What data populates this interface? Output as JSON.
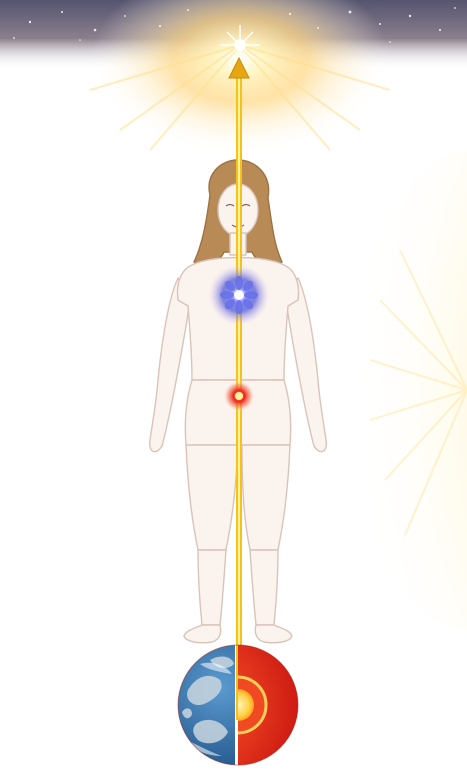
{
  "illustration": {
    "subject": "woman-standing-front-view",
    "elements": [
      "starry-sky-light-source",
      "light-beam-arrow",
      "heart-center-glow",
      "navel-center-glow",
      "earth-globe-cutaway"
    ]
  },
  "colors": {
    "beam": "#f4c21a",
    "beam_core": "#fff3a0",
    "heart_glow": "#5a63d8",
    "navel_glow": "#f0201a",
    "earth_ocean": "#2f6fa8",
    "earth_land": "#c9d6df",
    "earth_mantle": "#e3231b",
    "earth_core": "#ffd24a",
    "skin": "#fbf3ee",
    "outline": "#d9c4b8",
    "hair": "#b88a55",
    "sky": "#5d5a77",
    "side_sun": "#fff0b8"
  }
}
